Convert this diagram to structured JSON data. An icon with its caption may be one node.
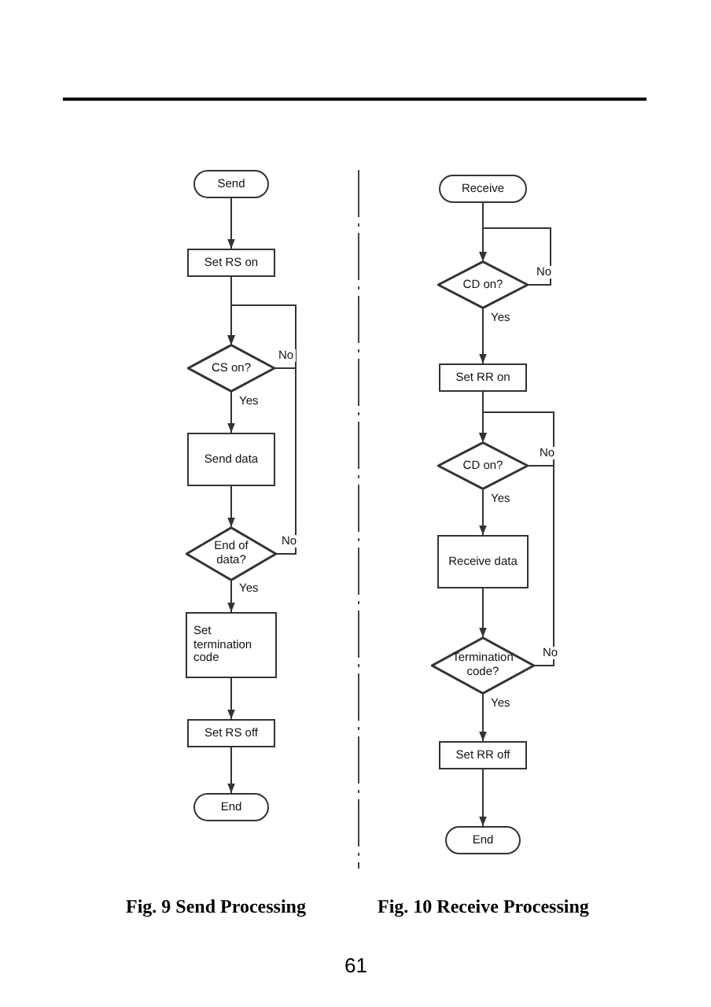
{
  "diagram": {
    "nodes": [
      {
        "text": [
          "Send"
        ]
      },
      {
        "text": [
          "Set RS on"
        ]
      },
      {
        "text": [
          "CS on?"
        ]
      },
      {
        "text": [
          "Send data"
        ]
      },
      {
        "text": [
          "End of data?"
        ]
      },
      {
        "text": [
          "Set termination code"
        ]
      },
      {
        "text": [
          "Set RS off"
        ]
      },
      {
        "text": [
          "End"
        ]
      },
      {
        "text": [
          "Receive"
        ]
      },
      {
        "text": [
          "CD on?"
        ]
      },
      {
        "text": [
          "Set RR on"
        ]
      },
      {
        "text": [
          "CD on?"
        ]
      },
      {
        "text": [
          "Receive data"
        ]
      },
      {
        "text": [
          "Termination code?"
        ]
      },
      {
        "text": [
          "Set RR off"
        ]
      },
      {
        "text": [
          "End"
        ]
      }
    ],
    "edges": [
      {
        "from": 0,
        "to": 1,
        "arrow": "to"
      },
      {
        "from": 1,
        "to": 2,
        "arrow": "to"
      },
      {
        "from": 2,
        "to": 3,
        "arrow": "to",
        "label": "Yes"
      },
      {
        "from": 2,
        "to": 2,
        "arrow": "to",
        "label": "No"
      },
      {
        "from": 3,
        "to": 4,
        "arrow": "to"
      },
      {
        "from": 4,
        "to": 2,
        "arrow": "to",
        "label": "No"
      },
      {
        "from": 4,
        "to": 5,
        "arrow": "to",
        "label": "Yes"
      },
      {
        "from": 5,
        "to": 6,
        "arrow": "to"
      },
      {
        "from": 6,
        "to": 7,
        "arrow": "to"
      },
      {
        "from": 8,
        "to": 9,
        "arrow": "to"
      },
      {
        "from": 9,
        "to": 9,
        "arrow": "to",
        "label": "No"
      },
      {
        "from": 9,
        "to": 10,
        "arrow": "to",
        "label": "Yes"
      },
      {
        "from": 10,
        "to": 11,
        "arrow": "to"
      },
      {
        "from": 11,
        "to": 12,
        "arrow": "to",
        "label": "Yes"
      },
      {
        "from": 11,
        "to": 11,
        "arrow": "to",
        "label": "No"
      },
      {
        "from": 12,
        "to": 13,
        "arrow": "to"
      },
      {
        "from": 13,
        "to": 11,
        "arrow": "to",
        "label": "No"
      },
      {
        "from": 13,
        "to": 14,
        "arrow": "to",
        "label": "Yes"
      },
      {
        "from": 14,
        "to": 15,
        "arrow": "to"
      }
    ],
    "labels": [
      "Fig. 9 Send Processing",
      "Fig. 10 Receive Processing",
      "61"
    ]
  }
}
